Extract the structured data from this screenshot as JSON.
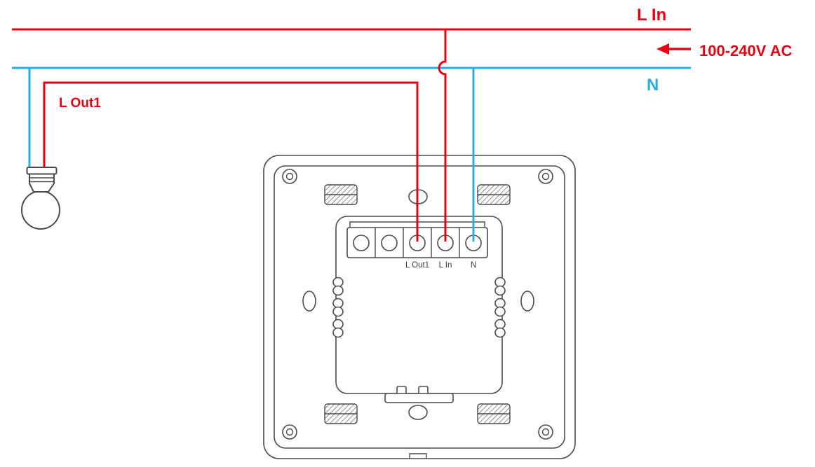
{
  "colors": {
    "live": "#e60012",
    "neutral": "#2aabe2",
    "outline": "#4a4a4a",
    "terminal_text": "#3a3a3a"
  },
  "labels": {
    "line_in": "L In",
    "voltage": "100-240V AC",
    "neutral": "N",
    "load_out": "L Out1"
  },
  "terminal_labels": [
    "L Out1",
    "L In",
    "N"
  ]
}
